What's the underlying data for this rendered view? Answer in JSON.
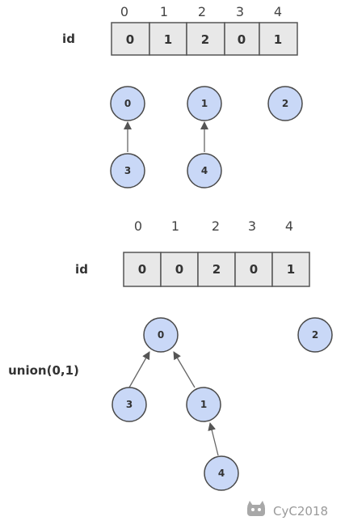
{
  "top": {
    "indices": [
      "0",
      "1",
      "2",
      "3",
      "4"
    ],
    "label": "id",
    "values": [
      "0",
      "1",
      "2",
      "0",
      "1"
    ],
    "nodes": [
      "0",
      "1",
      "2",
      "3",
      "4"
    ]
  },
  "bottom": {
    "indices": [
      "0",
      "1",
      "2",
      "3",
      "4"
    ],
    "label": "id",
    "values": [
      "0",
      "0",
      "2",
      "0",
      "1"
    ],
    "nodes": [
      "0",
      "2",
      "3",
      "1",
      "4"
    ],
    "operation": "union(0,1)"
  },
  "colors": {
    "node_fill": "#c9d8f7",
    "cell_fill": "#e8e8e8"
  },
  "watermark": "CyC2018"
}
